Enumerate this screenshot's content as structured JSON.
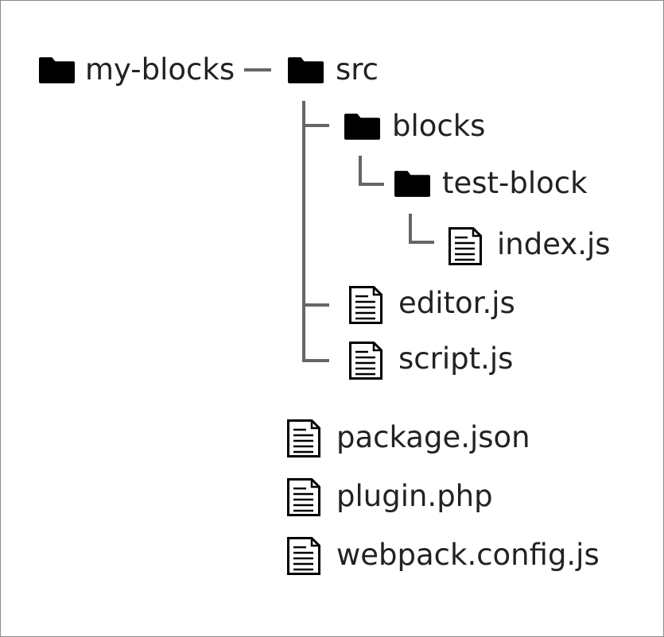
{
  "tree": {
    "root": {
      "name": "my-blocks",
      "icon": "folder-icon"
    },
    "src": {
      "name": "src",
      "icon": "folder-icon"
    },
    "blocks": {
      "name": "blocks",
      "icon": "folder-icon"
    },
    "test_block": {
      "name": "test-block",
      "icon": "folder-icon"
    },
    "index_js": {
      "name": "index.js",
      "icon": "file-icon"
    },
    "editor_js": {
      "name": "editor.js",
      "icon": "file-icon"
    },
    "script_js": {
      "name": "script.js",
      "icon": "file-icon"
    },
    "package_json": {
      "name": "package.json",
      "icon": "file-icon"
    },
    "plugin_php": {
      "name": "plugin.php",
      "icon": "file-icon"
    },
    "webpack_config": {
      "name": "webpack.config.js",
      "icon": "file-icon"
    }
  },
  "colors": {
    "connector": "#666666",
    "icon": "#000000",
    "text": "#222222"
  }
}
